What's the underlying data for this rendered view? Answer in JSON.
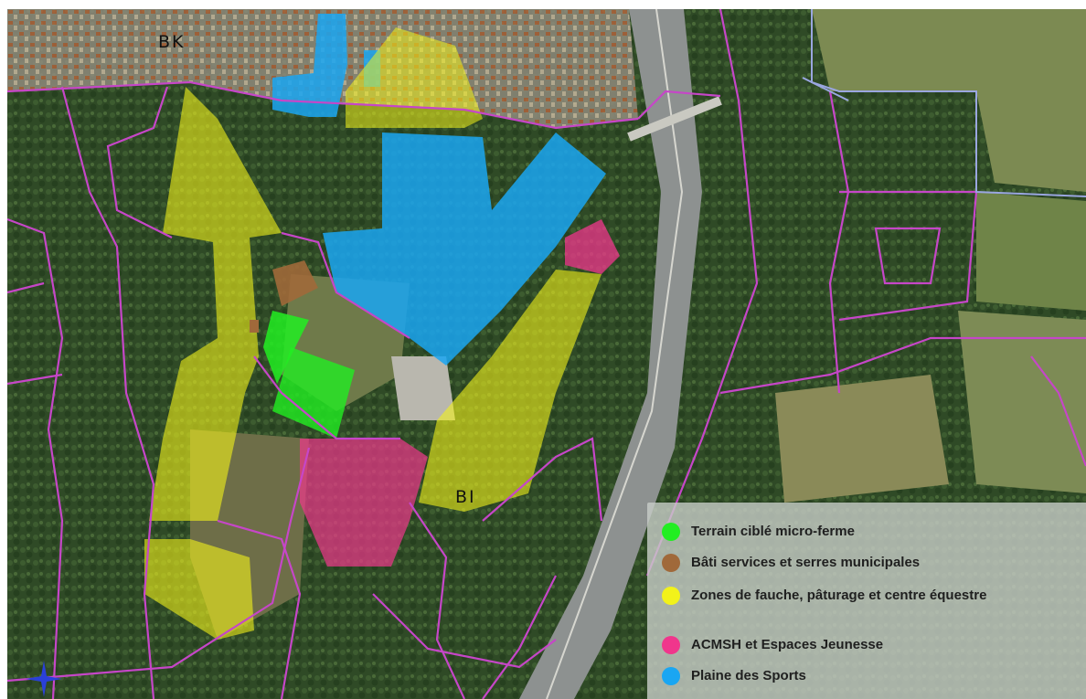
{
  "map": {
    "sector_labels": [
      "BK",
      "BI"
    ]
  },
  "legend": {
    "items": [
      {
        "label": "Terrain ciblé micro-ferme",
        "color": "#22ee22"
      },
      {
        "label": "Bâti services et serres municipales",
        "color": "#a0693a"
      },
      {
        "label": "Zones de fauche, pâturage et centre équestre",
        "color": "#f2f21a"
      },
      {
        "label": "ACMSH et Espaces Jeunesse",
        "color": "#f0368c"
      },
      {
        "label": "Plaine des Sports",
        "color": "#1aa6f2"
      }
    ]
  },
  "colors": {
    "parcel_border": "#c646c8",
    "road_outline": "#9aa6e0"
  },
  "icons": [
    "compass-icon"
  ]
}
